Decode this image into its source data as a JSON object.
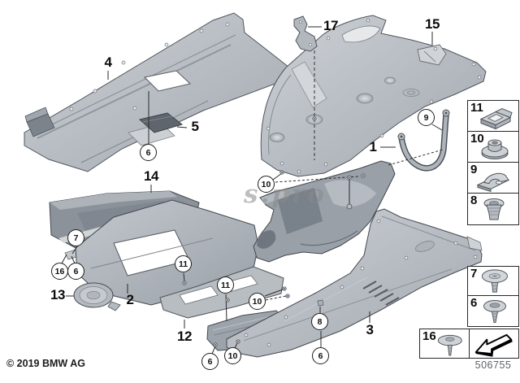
{
  "watermark": {
    "text": "s.pro"
  },
  "footer": {
    "copyright": "© 2019 BMW AG",
    "diagram_number": "506755"
  },
  "diagram": {
    "part_labels": [
      {
        "part": "4",
        "text": "4"
      },
      {
        "part": "5",
        "text": "5"
      },
      {
        "part": "17",
        "text": "17"
      },
      {
        "part": "15",
        "text": "15"
      },
      {
        "part": "1",
        "text": "1"
      },
      {
        "part": "14",
        "text": "14"
      },
      {
        "part": "13",
        "text": "13"
      },
      {
        "part": "2",
        "text": "2"
      },
      {
        "part": "12",
        "text": "12"
      },
      {
        "part": "3",
        "text": "3"
      }
    ],
    "callouts": [
      {
        "text": "6"
      },
      {
        "text": "9"
      },
      {
        "text": "10"
      },
      {
        "text": "7"
      },
      {
        "text": "16"
      },
      {
        "text": "6"
      },
      {
        "text": "11"
      },
      {
        "text": "11"
      },
      {
        "text": "10"
      },
      {
        "text": "8"
      },
      {
        "text": "6"
      },
      {
        "text": "6"
      },
      {
        "text": "10"
      }
    ]
  },
  "legend": {
    "top_items": [
      {
        "number": "11",
        "icon": "cage-nut-icon"
      },
      {
        "number": "10",
        "icon": "flange-nut-icon"
      },
      {
        "number": "9",
        "icon": "clip-nut-icon"
      },
      {
        "number": "8",
        "icon": "expansion-grommet-icon"
      }
    ],
    "bottom_items": [
      {
        "number": "7",
        "icon": "push-rivet-icon"
      },
      {
        "number": "6",
        "icon": "screw-rivet-icon"
      }
    ],
    "corner_item": {
      "number": "16",
      "icon": "push-pin-icon"
    },
    "arrow_icon": "direction-arrow-icon"
  }
}
